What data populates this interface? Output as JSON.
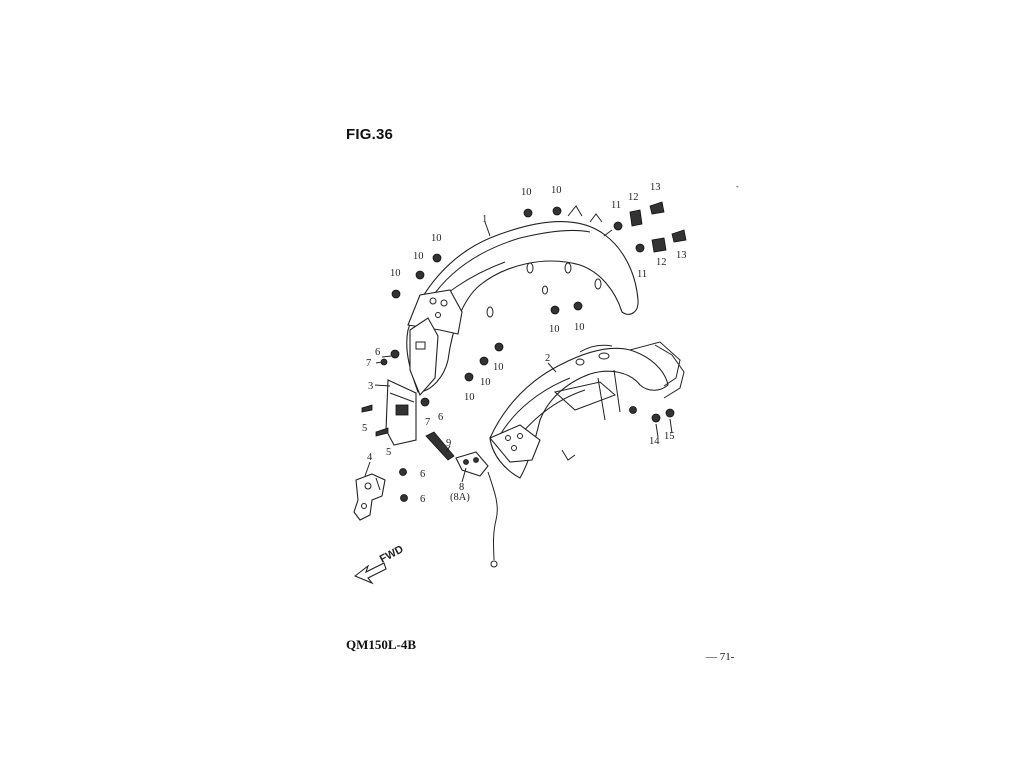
{
  "figure": {
    "title": "FIG.36"
  },
  "footer": {
    "model": "QM150L-4B",
    "page": "— 71-",
    "mark": "-"
  },
  "direction": {
    "label": "FWD"
  },
  "callouts": [
    {
      "id": "c1",
      "text": "1"
    },
    {
      "id": "c2",
      "text": "2"
    },
    {
      "id": "c3",
      "text": "3"
    },
    {
      "id": "c4",
      "text": "4"
    },
    {
      "id": "c5a",
      "text": "5"
    },
    {
      "id": "c5b",
      "text": "5"
    },
    {
      "id": "c6a",
      "text": "6"
    },
    {
      "id": "c6b",
      "text": "6"
    },
    {
      "id": "c6c",
      "text": "6"
    },
    {
      "id": "c6d",
      "text": "6"
    },
    {
      "id": "c7a",
      "text": "7"
    },
    {
      "id": "c7b",
      "text": "7"
    },
    {
      "id": "c8",
      "text": "8"
    },
    {
      "id": "c8a",
      "text": "(8A)"
    },
    {
      "id": "c9",
      "text": "9"
    },
    {
      "id": "c10a",
      "text": "10"
    },
    {
      "id": "c10b",
      "text": "10"
    },
    {
      "id": "c10c",
      "text": "10"
    },
    {
      "id": "c10d",
      "text": "10"
    },
    {
      "id": "c10e",
      "text": "10"
    },
    {
      "id": "c10f",
      "text": "10"
    },
    {
      "id": "c10g",
      "text": "10"
    },
    {
      "id": "c10h",
      "text": "10"
    },
    {
      "id": "c10i",
      "text": "10"
    },
    {
      "id": "c10j",
      "text": "10"
    },
    {
      "id": "c11a",
      "text": "11"
    },
    {
      "id": "c11b",
      "text": "11"
    },
    {
      "id": "c12a",
      "text": "12"
    },
    {
      "id": "c12b",
      "text": "12"
    },
    {
      "id": "c13a",
      "text": "13"
    },
    {
      "id": "c13b",
      "text": "13"
    },
    {
      "id": "c14",
      "text": "14"
    },
    {
      "id": "c15",
      "text": "15"
    }
  ]
}
